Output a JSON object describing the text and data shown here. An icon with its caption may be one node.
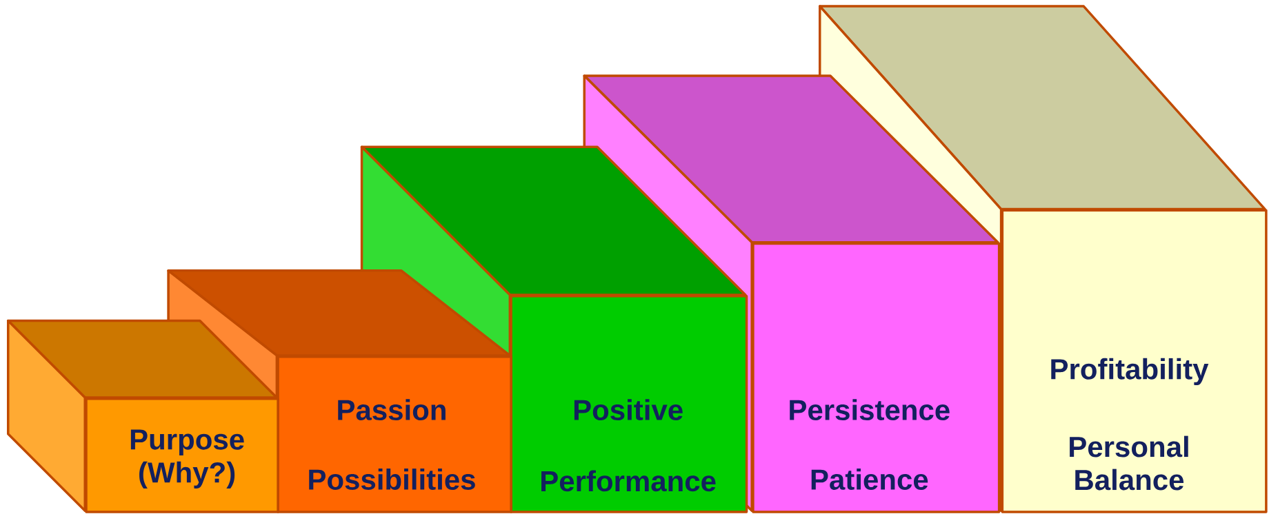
{
  "diagram": {
    "nodes": [
      {
        "text": [
          "Purpose (Why?)"
        ]
      },
      {
        "text": [
          "Passion",
          "Possibilities"
        ]
      },
      {
        "text": [
          "Positive",
          "Performance"
        ]
      },
      {
        "text": [
          "Persistence",
          "Patience"
        ]
      },
      {
        "text": [
          "Profitability",
          "Personal Balance"
        ]
      }
    ]
  }
}
